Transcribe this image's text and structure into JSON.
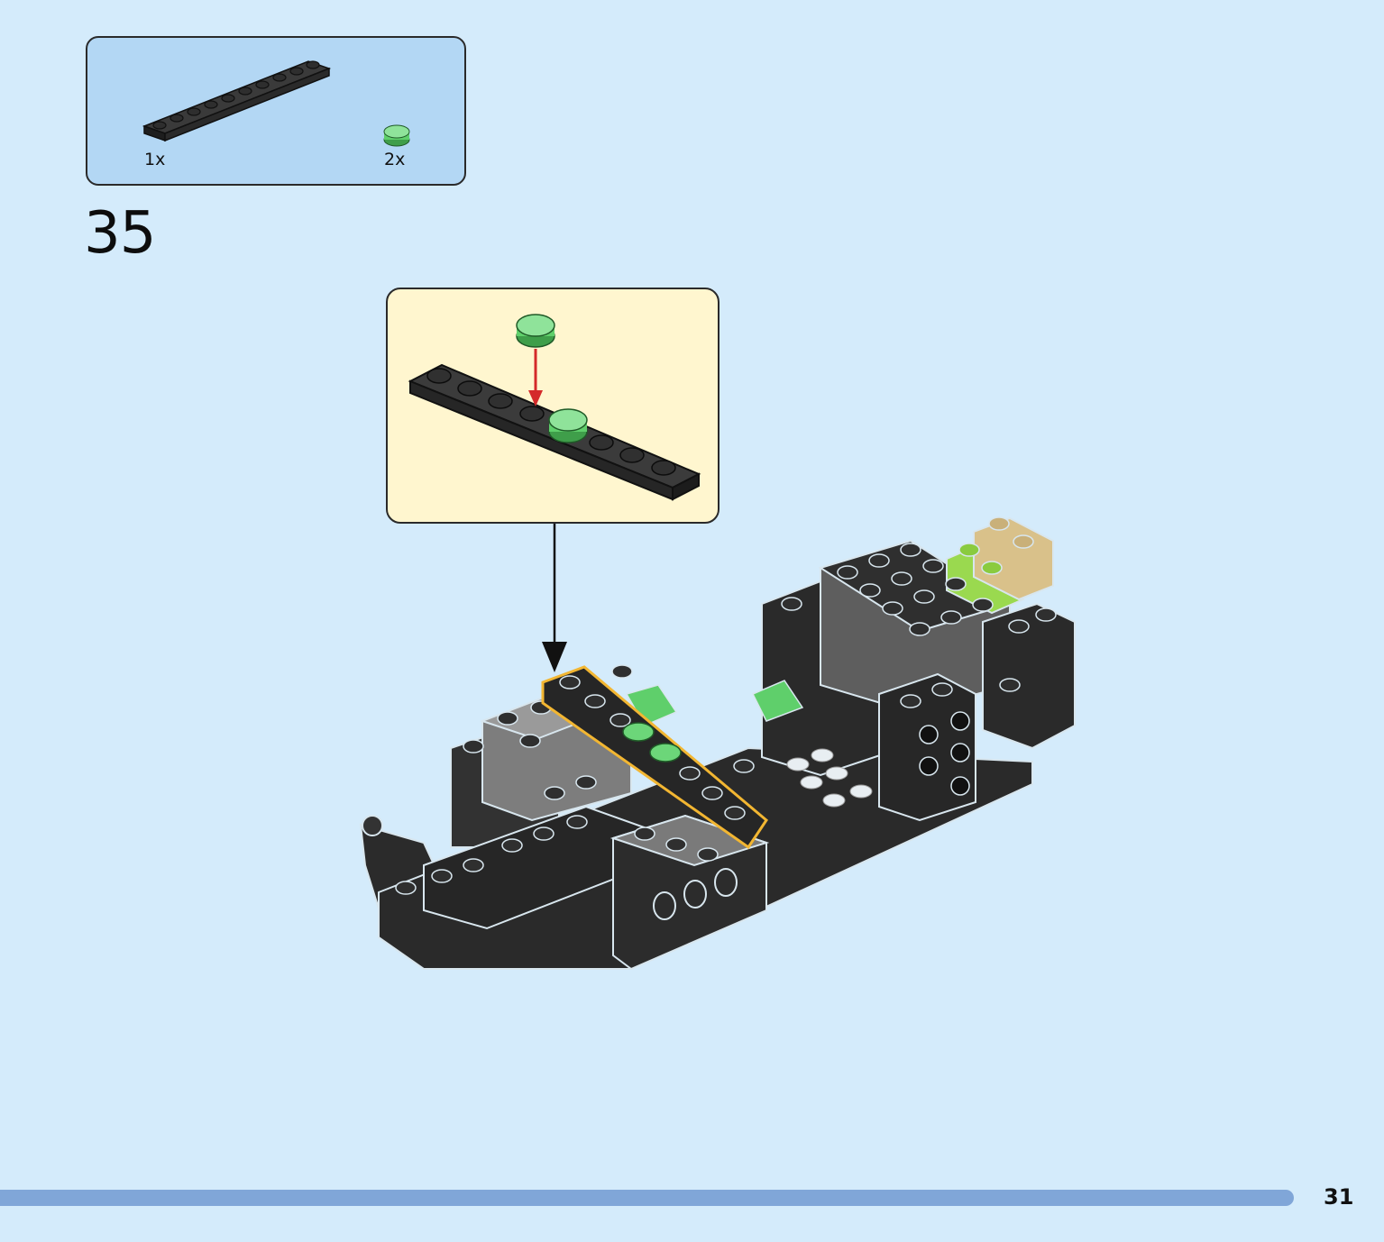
{
  "parts_list": {
    "items": [
      {
        "name": "black-plate-1x10",
        "qty": "1x",
        "color": "#2b2b2b"
      },
      {
        "name": "trans-green-round-tile",
        "qty": "2x",
        "color": "#5fcf6b"
      }
    ]
  },
  "step": {
    "number": "35"
  },
  "page": {
    "number": "31"
  },
  "colors": {
    "background": "#d4ebfb",
    "parts_box": "#b3d7f4",
    "callout_box": "#fff6cf",
    "highlight_outline": "#f2b632",
    "arrow_red": "#d42a2a",
    "footer_bar": "#80a6d8"
  }
}
